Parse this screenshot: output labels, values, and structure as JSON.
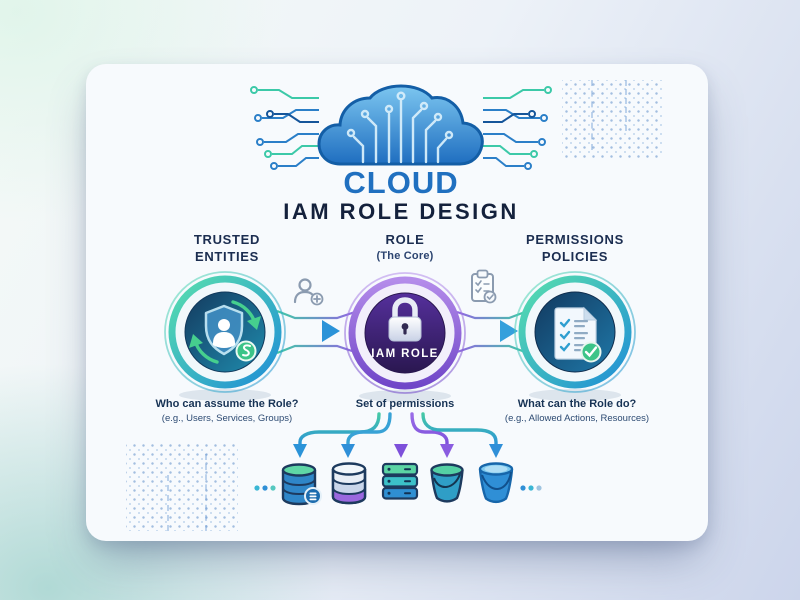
{
  "title": {
    "main": "CLOUD",
    "sub": "IAM ROLE DESIGN"
  },
  "columns": [
    {
      "heading": [
        "TRUSTED",
        "ENTITIES"
      ],
      "icon": "shield-user-icon",
      "caption": "Who can assume the Role?",
      "subcaption": "(e.g., Users, Services, Groups)"
    },
    {
      "heading": [
        "ROLE",
        "(The Core)"
      ],
      "icon": "padlock-icon",
      "core_label": "IAM ROLE",
      "caption": "Set of permissions"
    },
    {
      "heading": [
        "PERMISSIONS",
        "POLICIES"
      ],
      "icon": "policy-checklist-icon",
      "caption": "What can the Role do?",
      "subcaption": "(e.g., Allowed Actions, Resources)"
    }
  ],
  "connectors": [
    {
      "from": "TRUSTED ENTITIES",
      "to": "ROLE",
      "icon": "user-add-icon"
    },
    {
      "from": "ROLE",
      "to": "PERMISSIONS POLICIES",
      "icon": "clipboard-check-icon"
    }
  ],
  "resources": {
    "icons": [
      "database-secure",
      "database-tiered",
      "server-rack",
      "storage-bucket",
      "storage-bucket-alt"
    ],
    "more_indicator": "…"
  },
  "colors": {
    "title_blue": "#2070c0",
    "navy_text": "#16243e",
    "teal": "#3fc9a6",
    "blue": "#2b93d8",
    "purple": "#8b5cd6",
    "card_background": "#f7fafd"
  }
}
